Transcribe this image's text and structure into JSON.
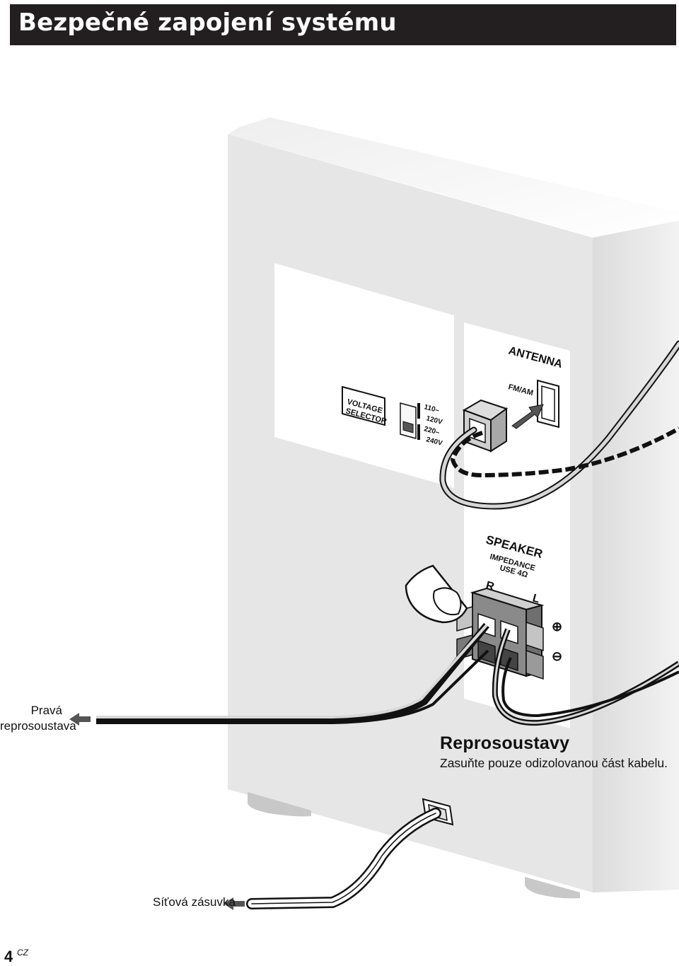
{
  "header": {
    "title": "Bezpečné zapojení systému"
  },
  "panel": {
    "voltage_selector_line1": "VOLTAGE",
    "voltage_selector_line2": "SELECTOR",
    "voltage_110_line1": "110–",
    "voltage_110_line2": "120V",
    "voltage_220_line1": "220–",
    "voltage_220_line2": "240V",
    "antenna_title": "ANTENNA",
    "antenna_fm_am": "FM/AM",
    "speaker_title": "SPEAKER",
    "speaker_impedance": "IMPEDANCE",
    "speaker_use": "USE 4Ω",
    "speaker_r": "R",
    "speaker_l": "L",
    "plus_symbol": "⊕",
    "minus_symbol": "⊖"
  },
  "labels": {
    "right_speaker_line1": "Pravá",
    "right_speaker_line2": "reprosoustava",
    "speakers_heading": "Reprosoustavy",
    "speakers_note": "Zasuňte pouze odizolovanou část kabelu.",
    "outlet": "Síťová zásuvka"
  },
  "footer": {
    "page_number": "4",
    "page_suffix": "CZ"
  },
  "colors": {
    "header_bg": "#231f20",
    "unit_front": "#e6e6e6",
    "unit_side": "#d4d4d4",
    "cable": "#111111"
  }
}
